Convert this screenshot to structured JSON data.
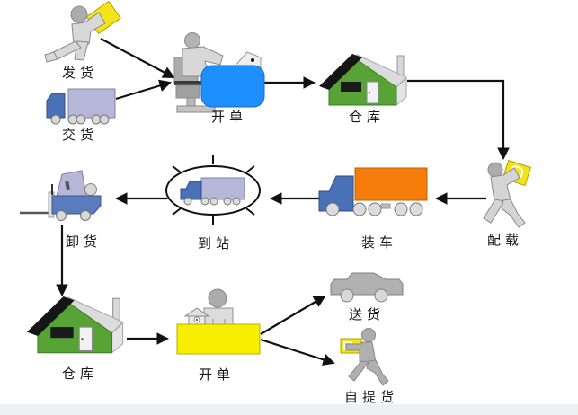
{
  "diagram": {
    "type": "logistics-flowchart",
    "language": "zh-CN",
    "nodes": [
      {
        "id": "ship",
        "label": "发货",
        "icon": "running-person-with-parcel-icon"
      },
      {
        "id": "deliver",
        "label": "交货",
        "icon": "delivery-truck-icon"
      },
      {
        "id": "billing1",
        "label": "开单",
        "icon": "clerk-at-computer-icon"
      },
      {
        "id": "warehouse1",
        "label": "仓库",
        "icon": "warehouse-icon"
      },
      {
        "id": "stowage",
        "label": "配载",
        "icon": "worker-carrying-parcel-icon"
      },
      {
        "id": "load-truck",
        "label": "装车",
        "icon": "cargo-truck-icon"
      },
      {
        "id": "arrival",
        "label": "到站",
        "icon": "truck-arrival-burst-icon"
      },
      {
        "id": "unload",
        "label": "卸货",
        "icon": "forklift-icon"
      },
      {
        "id": "warehouse2",
        "label": "仓库",
        "icon": "warehouse-icon"
      },
      {
        "id": "billing2",
        "label": "开单",
        "icon": "service-counter-icon"
      },
      {
        "id": "send-out",
        "label": "送货",
        "icon": "car-icon"
      },
      {
        "id": "self-pickup",
        "label": "自提货",
        "icon": "customer-carrying-parcel-icon"
      }
    ],
    "edges": [
      {
        "from": "发货",
        "to": "开单"
      },
      {
        "from": "交货",
        "to": "开单"
      },
      {
        "from": "开单",
        "to": "仓库"
      },
      {
        "from": "仓库",
        "to": "配载"
      },
      {
        "from": "配载",
        "to": "装车"
      },
      {
        "from": "装车",
        "to": "到站"
      },
      {
        "from": "到站",
        "to": "卸货"
      },
      {
        "from": "卸货",
        "to": "仓库"
      },
      {
        "from": "仓库",
        "to": "开单"
      },
      {
        "from": "开单",
        "to": "送货"
      },
      {
        "from": "开单",
        "to": "自提货"
      }
    ],
    "colors": {
      "parcel_yellow": "#F2E419",
      "desk_yellow": "#F8EE00",
      "screen_blue": "#1E8FFF",
      "truck_cab_blue": "#4A70B8",
      "trailer_lavender": "#B6B7D8",
      "trailer_orange": "#F57C0B",
      "warehouse_green": "#58A336",
      "forklift_blue": "#5B7CBC",
      "figure_gray": "#D8D8D8",
      "vehicle_gray": "#B0B0B0",
      "arrow_black": "#111111"
    }
  }
}
